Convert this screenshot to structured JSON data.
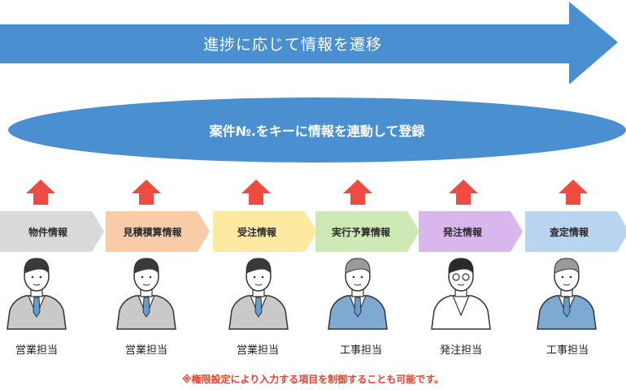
{
  "banner": {
    "text": "進捗に応じて情報を遷移",
    "color": "#4a8fcf"
  },
  "ellipse": {
    "text": "案件№.をキーに情報を連動して登録",
    "color": "#4a8fcf"
  },
  "up_arrow_color": "#f04b43",
  "stages": [
    {
      "label": "物件情報",
      "color": "#d9d9d9"
    },
    {
      "label": "見積積算情報",
      "color": "#f8cba9"
    },
    {
      "label": "受注情報",
      "color": "#fde9a0"
    },
    {
      "label": "実行予算情報",
      "color": "#cde9b5"
    },
    {
      "label": "発注情報",
      "color": "#dab6ee"
    },
    {
      "label": "査定情報",
      "color": "#b8d4ee"
    }
  ],
  "people": [
    {
      "role": "営業担当",
      "icon": "businessman-icon",
      "suit": "#c9c9c9",
      "hair": "#3a3a3a"
    },
    {
      "role": "営業担当",
      "icon": "businessman-icon",
      "suit": "#c9c9c9",
      "hair": "#3a3a3a"
    },
    {
      "role": "営業担当",
      "icon": "businessman-icon",
      "suit": "#c9c9c9",
      "hair": "#3a3a3a"
    },
    {
      "role": "工事担当",
      "icon": "engineer-icon",
      "suit": "#7ea9d2",
      "hair": "#9a9a9a"
    },
    {
      "role": "発注担当",
      "icon": "woman-with-glasses-icon",
      "suit": "#ffffff",
      "hair": "#2a2a2a"
    },
    {
      "role": "工事担当",
      "icon": "engineer-icon",
      "suit": "#7ea9d2",
      "hair": "#9a9a9a"
    }
  ],
  "note": "※権限設定により入力する項目を制御することも可能です。"
}
